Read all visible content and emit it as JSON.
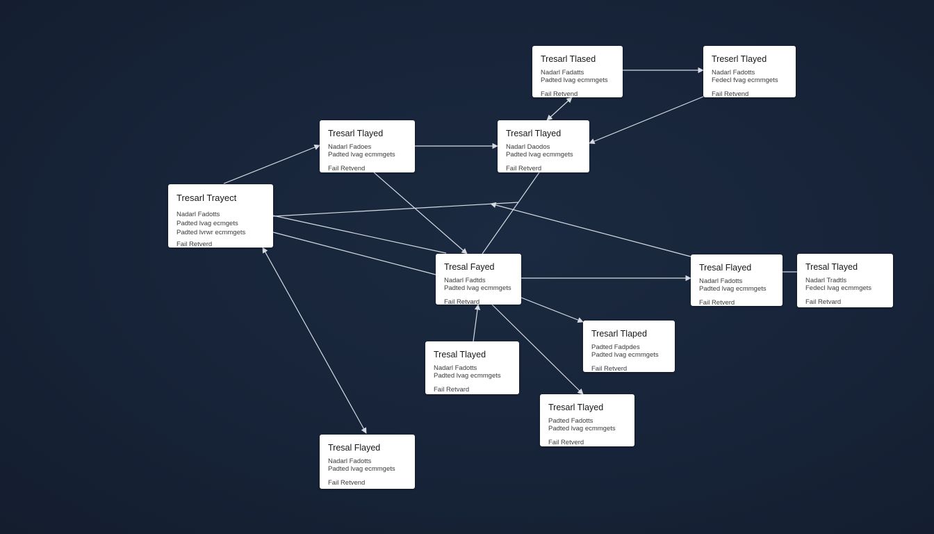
{
  "colors": {
    "background": "#172338",
    "node_fill": "#ffffff",
    "edge": "#d6dbe3"
  },
  "nodes": [
    {
      "id": "n1",
      "title": "Tresarl Tlased",
      "lines": [
        "Nadarl Fadatts",
        "Padted lvag ecmmgets"
      ],
      "footer": "Fail Retvend"
    },
    {
      "id": "n2",
      "title": "Treserl Tlayed",
      "lines": [
        "Nadarl Fadotts",
        "Fedecl fvag ecmmgets"
      ],
      "footer": "Fail Retvend"
    },
    {
      "id": "n3",
      "title": "Tresarl Tlayed",
      "lines": [
        "Nadarl Fadoes",
        "Padted lvag ecmmgets"
      ],
      "footer": "Fail Retvend"
    },
    {
      "id": "n4",
      "title": "Tresarl Tlayed",
      "lines": [
        "Nadarl Daodos",
        "Padted lvag ecmmgets"
      ],
      "footer": "Fail Retverd"
    },
    {
      "id": "n5",
      "title": "Tresarl Trayect",
      "lines": [
        "Nadarl Fadotts",
        "Padted lvag ecmgets",
        "Padted lvrwr ecmmgets"
      ],
      "footer": "Fail Retverd"
    },
    {
      "id": "n6",
      "title": "Tresal Fayed",
      "lines": [
        "Nadarl Fadtds",
        "Padted lvag ecmmgets"
      ],
      "footer": "Fail Retvard"
    },
    {
      "id": "n7",
      "title": "Tresal Flayed",
      "lines": [
        "Nadarl Fadotts",
        "Padted lvag ecmmgets"
      ],
      "footer": "Fail Retverd"
    },
    {
      "id": "n8",
      "title": "Tresal Tlayed",
      "lines": [
        "Nadarl Tradtls",
        "Fedecl lvag ecmmgets"
      ],
      "footer": "Fail Retvard"
    },
    {
      "id": "n9",
      "title": "Tresarl Tlaped",
      "lines": [
        "Padted Fadpdes",
        "Padted lvag ecmmgets"
      ],
      "footer": "Fail Retverd"
    },
    {
      "id": "n10",
      "title": "Tresal Tlayed",
      "lines": [
        "Nadarl Fadotts",
        "Padted lvag ecmmgets"
      ],
      "footer": "Fail Retvard"
    },
    {
      "id": "n11",
      "title": "Tresarl Tlayed",
      "lines": [
        "Padted Fadotts",
        "Padted lvag ecmmgets"
      ],
      "footer": "Fail Retverd"
    },
    {
      "id": "n12",
      "title": "Tresal Flayed",
      "lines": [
        "Nadarl Fadotts",
        "Padted lvag ecmmgets"
      ],
      "footer": "Fail Retvend"
    }
  ]
}
